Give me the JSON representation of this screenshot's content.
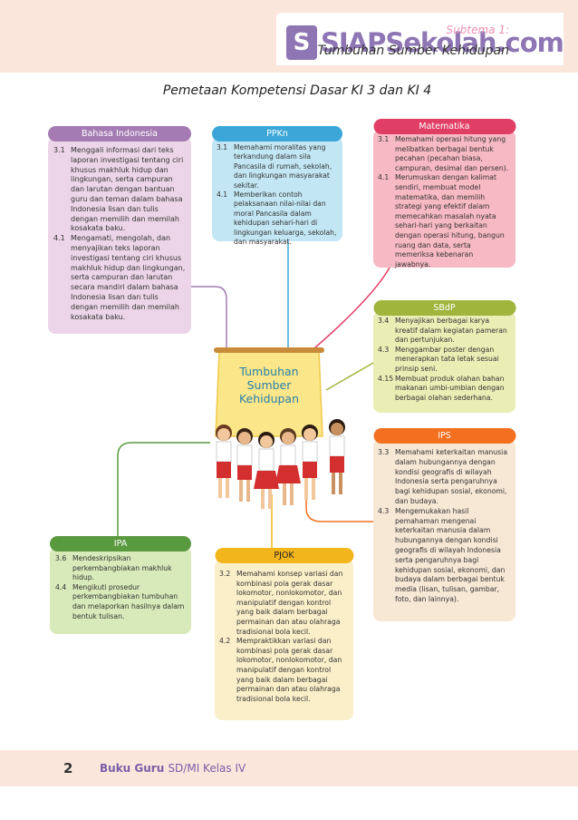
{
  "header": {
    "subtema": "Subtema 1:",
    "title": "Tumbuhan Sumber Kehidupan",
    "watermark_badge": "S",
    "watermark_text": "SIAPSekolah.com"
  },
  "page_heading": "Pemetaan Kompetensi Dasar KI 3 dan KI 4",
  "center": {
    "l1": "Tumbuhan",
    "l2": "Sumber",
    "l3": "Kehidupan"
  },
  "colors": {
    "bahasa": "#a47bb2",
    "ppkn": "#3aa7d8",
    "matematika": "#e13e66",
    "sbdp": "#9fb53c",
    "ips": "#f3701f",
    "ipa": "#5a9a3f",
    "pjok": "#f2b51c"
  },
  "boxes": {
    "bahasa": {
      "title": "Bahasa Indonesia",
      "items": [
        {
          "num": "3.1",
          "text": "Menggali informasi dari teks laporan investigasi tentang ciri khusus makhluk hidup dan lingkungan, serta campuran dan larutan dengan bantuan guru dan teman dalam bahasa Indonesia lisan dan tulis dengan memilih dan memilah kosakata baku."
        },
        {
          "num": "4.1",
          "text": "Mengamati, mengolah, dan menyajikan teks laporan investigasi tentang ciri khusus makhluk hidup dan lingkungan, serta campuran dan larutan secara mandiri dalam bahasa Indonesia lisan dan tulis dengan memilih dan memilah kosakata baku."
        }
      ]
    },
    "ppkn": {
      "title": "PPKn",
      "items": [
        {
          "num": "3.1",
          "text": "Memahami moralitas yang terkandung dalam sila Pancasila di rumah, sekolah, dan lingkungan masyarakat sekitar."
        },
        {
          "num": "4.1",
          "text": "Memberikan contoh pelaksanaan nilai-nilai dan moral Pancasila dalam kehidupan sehari-hari di lingkungan keluarga, sekolah, dan masyarakat."
        }
      ]
    },
    "matematika": {
      "title": "Matematika",
      "items": [
        {
          "num": "3.1",
          "text": "Memahami operasi hitung yang melibatkan berbagai bentuk pecahan (pecahan biasa, campuran, desimal dan persen)."
        },
        {
          "num": "4.1",
          "text": "Merumuskan dengan kalimat sendiri, membuat model matematika, dan memilih strategi yang efektif dalam memecahkan masalah nyata sehari-hari yang berkaitan dengan operasi hitung, bangun ruang dan data, serta memeriksa kebenaran jawabnya."
        }
      ]
    },
    "sbdp": {
      "title": "SBdP",
      "items": [
        {
          "num": "3.4",
          "text": "Menyajikan berbagai karya kreatif dalam kegiatan pameran dan pertunjukan."
        },
        {
          "num": "4.3",
          "text": "Menggambar poster dengan menerapkan tata letak sesuai prinsip seni."
        },
        {
          "num": "4.15",
          "text": "Membuat produk olahan bahan makanan umbi-umbian dengan berbagai olahan sederhana."
        }
      ]
    },
    "ips": {
      "title": "IPS",
      "items": [
        {
          "num": "3.3",
          "text": "Memahami keterkaitan manusia dalam hubungannya dengan kondisi geografis di wilayah Indonesia serta pengaruhnya bagi kehidupan sosial, ekonomi, dan budaya."
        },
        {
          "num": "4.3",
          "text": "Mengemukakan hasil pemahaman mengenai keterkaitan manusia dalam hubungannya dengan kondisi geografis di wilayah Indonesia serta pengaruhnya bagi kehidupan sosial, ekonomi, dan budaya dalam berbagai bentuk media (lisan, tulisan, gambar, foto, dan lainnya)."
        }
      ]
    },
    "ipa": {
      "title": "IPA",
      "items": [
        {
          "num": "3.6",
          "text": "Mendeskripsikan perkembangbiakan makhluk hidup."
        },
        {
          "num": "4.4",
          "text": "Mengikuti prosedur perkembangbiakan tumbuhan dan melaporkan hasilnya dalam bentuk tulisan."
        }
      ]
    },
    "pjok": {
      "title": "PJOK",
      "items": [
        {
          "num": "3.2",
          "text": "Memahami konsep variasi dan kombinasi pola gerak dasar lokomotor, nonlokomotor, dan manipulatif dengan kontrol yang baik dalam berbagai permainan dan atau olahraga tradisional bola kecil."
        },
        {
          "num": "4.2",
          "text": "Mempraktikkan variasi dan kombinasi pola gerak dasar lokomotor, nonlokomotor, dan manipulatif dengan kontrol yang baik dalam berbagai permainan dan atau olahraga tradisional bola kecil."
        }
      ]
    }
  },
  "footer": {
    "page_number": "2",
    "book": "Buku Guru",
    "class": "SD/MI Kelas IV"
  }
}
